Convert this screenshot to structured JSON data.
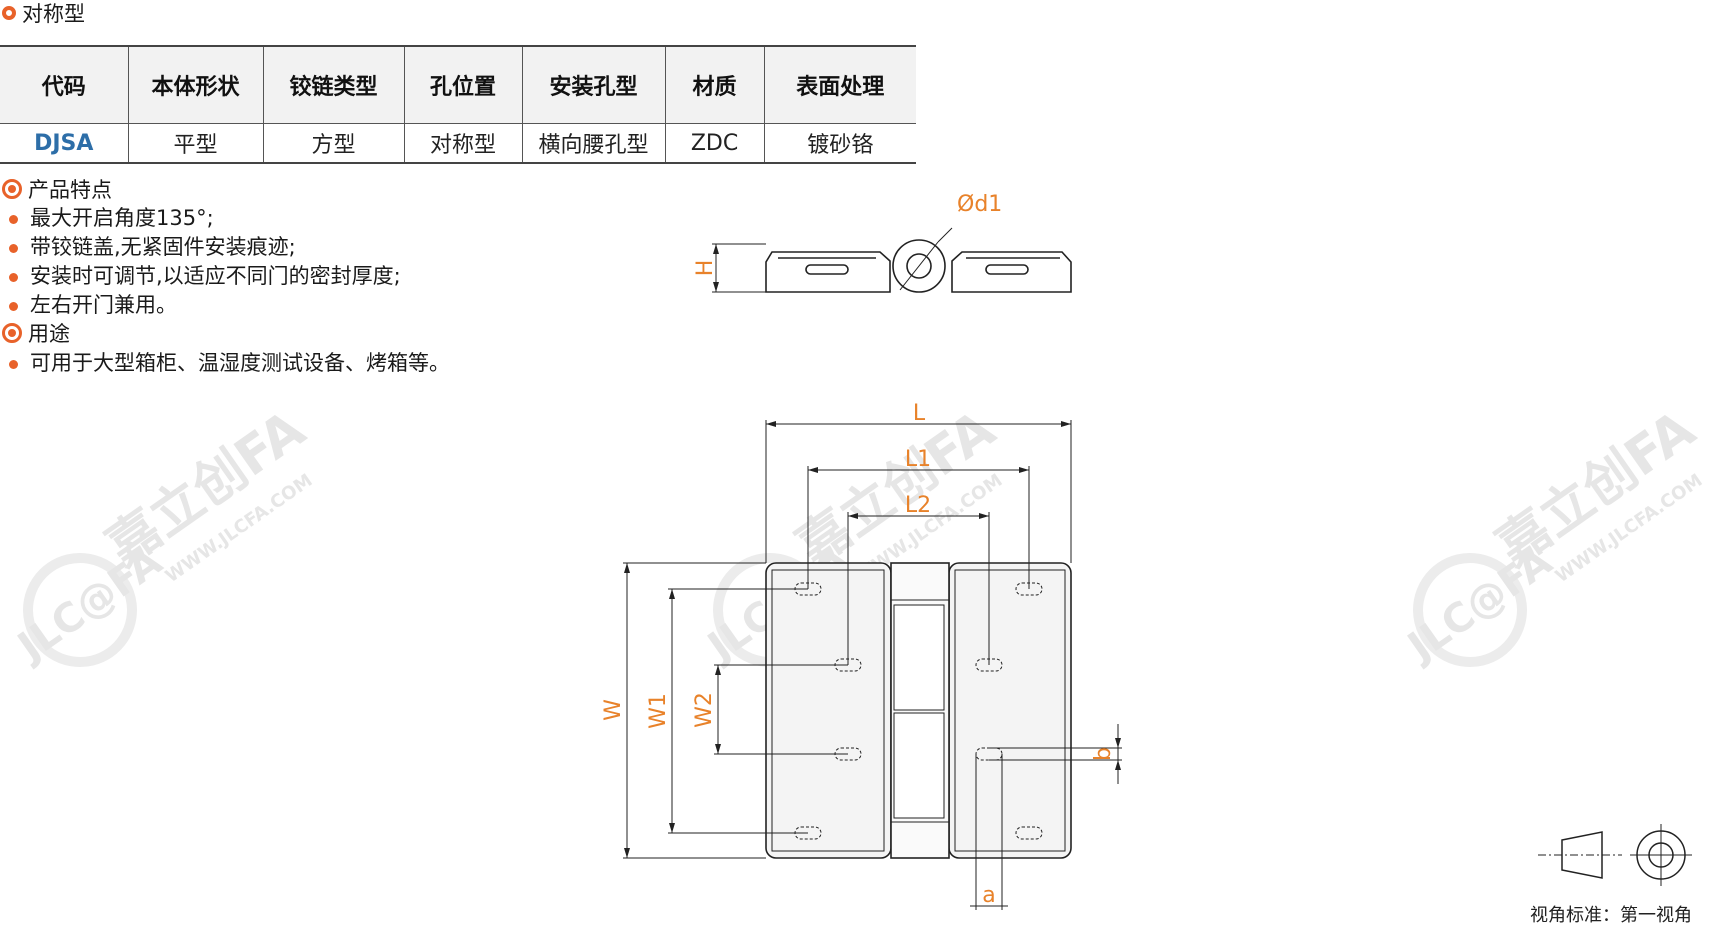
{
  "section_title": "对称型",
  "table": {
    "headers": [
      "代码",
      "本体形状",
      "铰链类型",
      "孔位置",
      "安装孔型",
      "材质",
      "表面处理"
    ],
    "row": [
      "DJSA",
      "平型",
      "方型",
      "对称型",
      "横向腰孔型",
      "ZDC",
      "镀砂铬"
    ]
  },
  "features": {
    "title": "产品特点",
    "items": [
      "最大开启角度135°;",
      "带铰链盖,无紧固件安装痕迹;",
      "安装时可调节,以适应不同门的密封厚度;",
      "左右开门兼用。"
    ]
  },
  "usage": {
    "title": "用途",
    "items": [
      "可用于大型箱柜、温湿度测试设备、烤箱等。"
    ]
  },
  "drawing": {
    "labels": {
      "d1": "Ød1",
      "H": "H",
      "L": "L",
      "L1": "L1",
      "L2": "L2",
      "W": "W",
      "W1": "W1",
      "W2": "W2",
      "a": "a",
      "b": "b"
    },
    "accent_color": "#e8822a"
  },
  "watermark": {
    "brand": "嘉立创FA",
    "url": "WWW.JLCFA.COM",
    "logo": "JLC@FA"
  },
  "view_standard": "视角标准：第一视角"
}
